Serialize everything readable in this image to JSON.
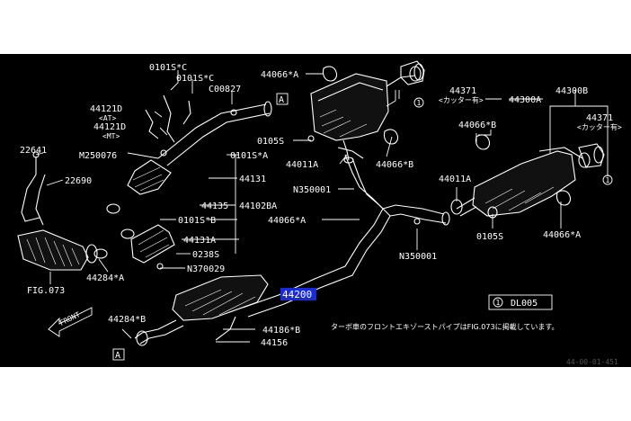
{
  "diagram": {
    "callouts": [
      "0101S*C",
      "0101S*C",
      "C00827",
      "44121D",
      "<AT>",
      "44121D",
      "<MT>",
      "22641",
      "22690",
      "M250076",
      "0101S*A",
      "44131",
      "44135",
      "44102BA",
      "0101S*B",
      "44131A",
      "0238S",
      "N370029",
      "44284*A",
      "FIG.073",
      "44066*A",
      "44371",
      "<カッター有>",
      "44300A",
      "0105S",
      "44011A",
      "44066*B",
      "N350001",
      "44066*A",
      "N350001",
      "44300B",
      "44371",
      "<カッター有>",
      "44066*B",
      "44011A",
      "0105S",
      "44066*A",
      "44284*B",
      "44186*B",
      "44156"
    ],
    "ref_boxes": [
      "A",
      "A"
    ],
    "selected_part": "44200",
    "front_arrow": "FRONT",
    "legend": {
      "index": "1",
      "code": "DL005"
    },
    "note": "ターボ車のフロントエキゾーストパイプはFIG.073に掲載しています。",
    "footer_code": "44-00-01-451"
  }
}
